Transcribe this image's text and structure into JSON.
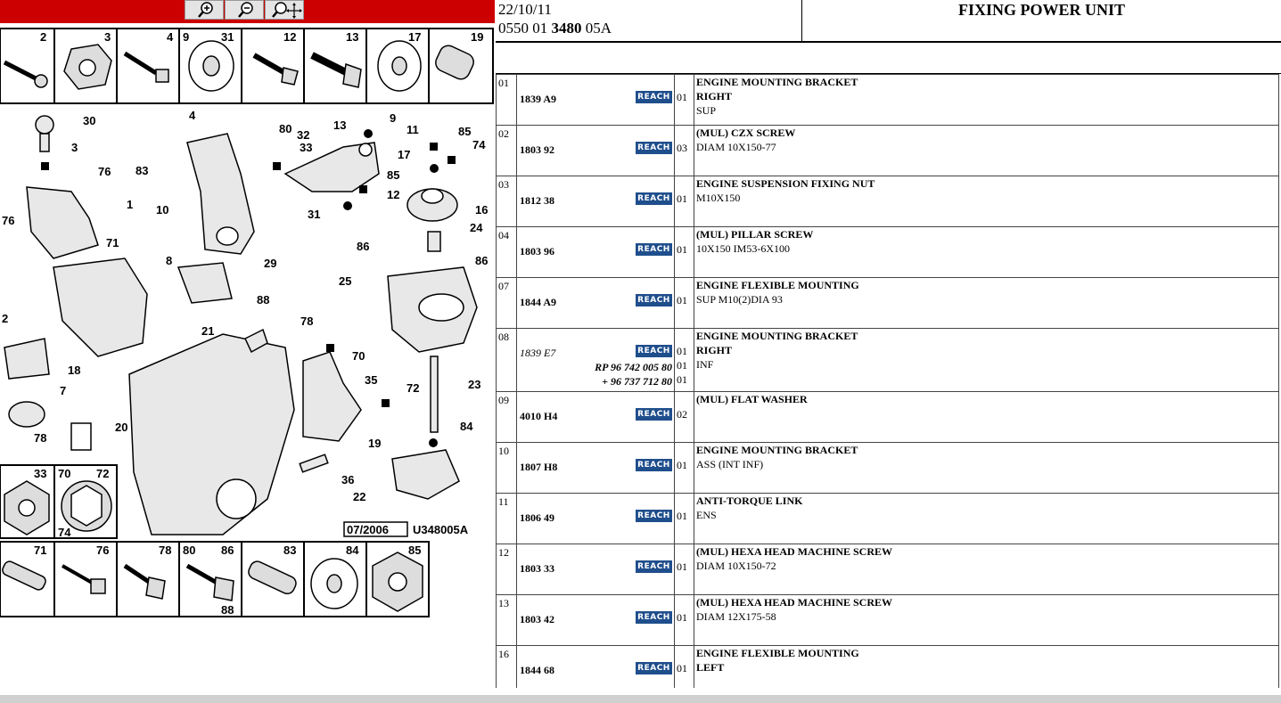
{
  "zoom": {
    "buttons": [
      {
        "name": "zoom-in-icon"
      },
      {
        "name": "zoom-out-icon"
      },
      {
        "name": "zoom-pan-icon"
      }
    ]
  },
  "diagram": {
    "top_numbers": [
      "2",
      "3",
      "4",
      "9",
      "31",
      "12",
      "13",
      "17",
      "19"
    ],
    "callouts": [
      "30",
      "3",
      "76",
      "83",
      "4",
      "80",
      "32",
      "33",
      "13",
      "9",
      "11",
      "85",
      "74",
      "17",
      "85",
      "12",
      "16",
      "31",
      "1",
      "71",
      "10",
      "76",
      "8",
      "24",
      "86",
      "86",
      "29",
      "25",
      "88",
      "2",
      "78",
      "21",
      "70",
      "18",
      "35",
      "7",
      "72",
      "23",
      "20",
      "78",
      "84",
      "19",
      "36",
      "22"
    ],
    "mid_numbers": [
      "33",
      "70",
      "72",
      "74"
    ],
    "bottom_numbers": [
      "71",
      "76",
      "78",
      "80",
      "86",
      "83",
      "84",
      "85",
      "88"
    ],
    "date_stamp": "07/2006",
    "drawing_ref": "U348005A"
  },
  "header": {
    "date": "22/10/11",
    "ref_prefix": "0550 01",
    "ref_bold": "3480",
    "ref_suffix": "05A",
    "title": "FIXING POWER UNIT"
  },
  "reach_label": "REACH",
  "parts": [
    {
      "num": "01",
      "ref": "1839 A9",
      "qty": [
        "01"
      ],
      "desc": [
        [
          "ENGINE MOUNTING BRACKET",
          true
        ],
        [
          "RIGHT",
          true
        ],
        [
          "SUP",
          false
        ]
      ]
    },
    {
      "num": "02",
      "ref": "1803 92",
      "qty": [
        "03"
      ],
      "desc": [
        [
          "(MUL) CZX SCREW",
          true
        ],
        [
          "DIAM 10X150-77",
          false
        ]
      ]
    },
    {
      "num": "03",
      "ref": "1812 38",
      "qty": [
        "01"
      ],
      "desc": [
        [
          "ENGINE SUSPENSION FIXING NUT",
          true
        ],
        [
          "M10X150",
          false
        ]
      ]
    },
    {
      "num": "04",
      "ref": "1803 96",
      "qty": [
        "01"
      ],
      "desc": [
        [
          "(MUL) PILLAR SCREW",
          true
        ],
        [
          "10X150 IM53-6X100",
          false
        ]
      ]
    },
    {
      "num": "07",
      "ref": "1844 A9",
      "qty": [
        "01"
      ],
      "desc": [
        [
          "ENGINE FLEXIBLE MOUNTING",
          true
        ],
        [
          "SUP M10(2)DIA 93",
          false
        ]
      ]
    },
    {
      "num": "08",
      "ref": "1839 E7",
      "italic": true,
      "rp": [
        "RP 96 742 005 80",
        "+ 96 737 712 80"
      ],
      "qty": [
        "01",
        "01",
        "01"
      ],
      "desc": [
        [
          "ENGINE MOUNTING BRACKET",
          true
        ],
        [
          "RIGHT",
          true
        ],
        [
          "INF",
          false
        ]
      ]
    },
    {
      "num": "09",
      "ref": "4010 H4",
      "qty": [
        "02"
      ],
      "desc": [
        [
          "(MUL) FLAT WASHER",
          true
        ]
      ]
    },
    {
      "num": "10",
      "ref": "1807 H8",
      "qty": [
        "01"
      ],
      "desc": [
        [
          "ENGINE MOUNTING BRACKET",
          true
        ],
        [
          "ASS (INT INF)",
          false
        ]
      ]
    },
    {
      "num": "11",
      "ref": "1806 49",
      "qty": [
        "01"
      ],
      "desc": [
        [
          "ANTI-TORQUE LINK",
          true
        ],
        [
          "ENS",
          false
        ]
      ]
    },
    {
      "num": "12",
      "ref": "1803 33",
      "qty": [
        "01"
      ],
      "desc": [
        [
          "(MUL) HEXA HEAD MACHINE SCREW",
          true
        ],
        [
          "DIAM 10X150-72",
          false
        ]
      ]
    },
    {
      "num": "13",
      "ref": "1803 42",
      "qty": [
        "01"
      ],
      "desc": [
        [
          "(MUL) HEXA HEAD MACHINE SCREW",
          true
        ],
        [
          "DIAM 12X175-58",
          false
        ]
      ]
    },
    {
      "num": "16",
      "ref": "1844 68",
      "qty": [
        "01"
      ],
      "desc": [
        [
          "ENGINE FLEXIBLE MOUNTING",
          true
        ],
        [
          "LEFT",
          true
        ]
      ]
    }
  ]
}
